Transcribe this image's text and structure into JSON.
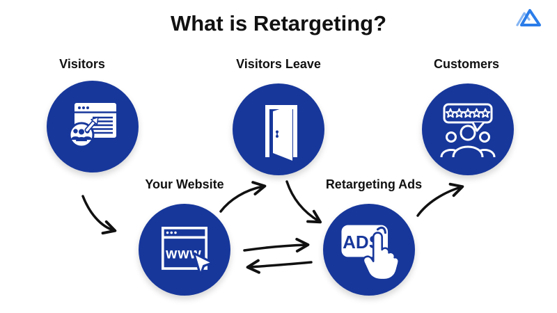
{
  "page": {
    "title": "What is Retargeting?",
    "background_color": "#ffffff",
    "title_color": "#111111"
  },
  "brand": {
    "logo_icon": "mountain-m-logo",
    "logo_color_primary": "#2b7de9",
    "logo_color_secondary": "#85b5f3"
  },
  "colors": {
    "node_circle_blue": "#17379B",
    "icon_white": "#ffffff",
    "arrow_black": "#111111",
    "label_text": "#111111"
  },
  "nodes": [
    {
      "id": "visitors",
      "label": "Visitors",
      "icon": "browser-with-visitors-icon"
    },
    {
      "id": "your-website",
      "label": "Your Website",
      "icon": "www-browser-cursor-icon",
      "icon_text": "www"
    },
    {
      "id": "visitors-leave",
      "label": "Visitors Leave",
      "icon": "open-door-icon"
    },
    {
      "id": "retargeting-ads",
      "label": "Retargeting Ads",
      "icon": "ads-click-hand-icon",
      "icon_text": "ADS"
    },
    {
      "id": "customers",
      "label": "Customers",
      "icon": "customers-five-star-review-icon"
    }
  ],
  "flow": [
    {
      "from": "visitors",
      "to": "your-website"
    },
    {
      "from": "your-website",
      "to": "visitors-leave"
    },
    {
      "from": "visitors-leave",
      "to": "retargeting-ads"
    },
    {
      "from": "your-website",
      "to": "retargeting-ads"
    },
    {
      "from": "retargeting-ads",
      "to": "your-website"
    },
    {
      "from": "retargeting-ads",
      "to": "customers"
    }
  ]
}
